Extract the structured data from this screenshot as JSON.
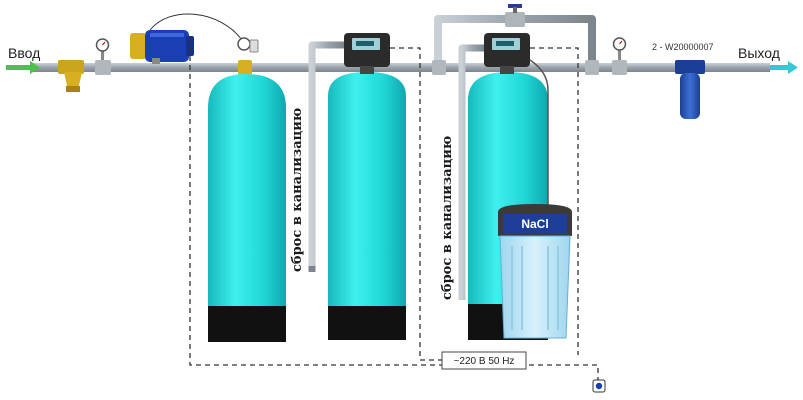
{
  "labels": {
    "inlet": "Ввод",
    "outlet": "Выход",
    "model_code": "2 - W20000007",
    "drain_1": "сброс в канализацию",
    "drain_2": "сброс в канализацию",
    "brine_salt": "NaCl",
    "power_supply": "~220 В 50 Hz"
  },
  "colors": {
    "pipe": "#9aa3ab",
    "tank": "#1fd6d6",
    "tank_base": "#111111",
    "controller": "#2b2b2b",
    "pump": "#1a3fb5",
    "cartridge_filter": "#2a56b8",
    "brine_tank": "#bfe6f5",
    "arrow": "#4cc24c",
    "outlet_arrow": "#33c9d6",
    "power_line": "#333333"
  }
}
